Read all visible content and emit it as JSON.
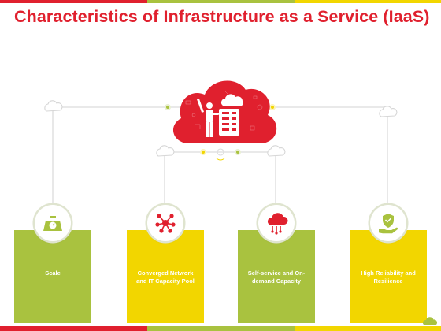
{
  "title": "Characteristics of Infrastructure as a Service (IaaS)",
  "colors": {
    "red": "#e0202e",
    "green": "#a9c23f",
    "yellow": "#f2d600",
    "line": "#dcdcdc"
  },
  "hub": {
    "icon": "cloud-server-admin-icon"
  },
  "items": [
    {
      "label": "Scale",
      "icon": "weighing-scale-icon",
      "color": "green"
    },
    {
      "label": "Converged Network and IT Capacity Pool",
      "icon": "network-nodes-icon",
      "color": "yellow"
    },
    {
      "label": "Self-service and On-demand Capacity",
      "icon": "cloud-download-icon",
      "color": "green"
    },
    {
      "label": "High Reliability and Resilience",
      "icon": "hand-shield-icon",
      "color": "yellow"
    }
  ]
}
